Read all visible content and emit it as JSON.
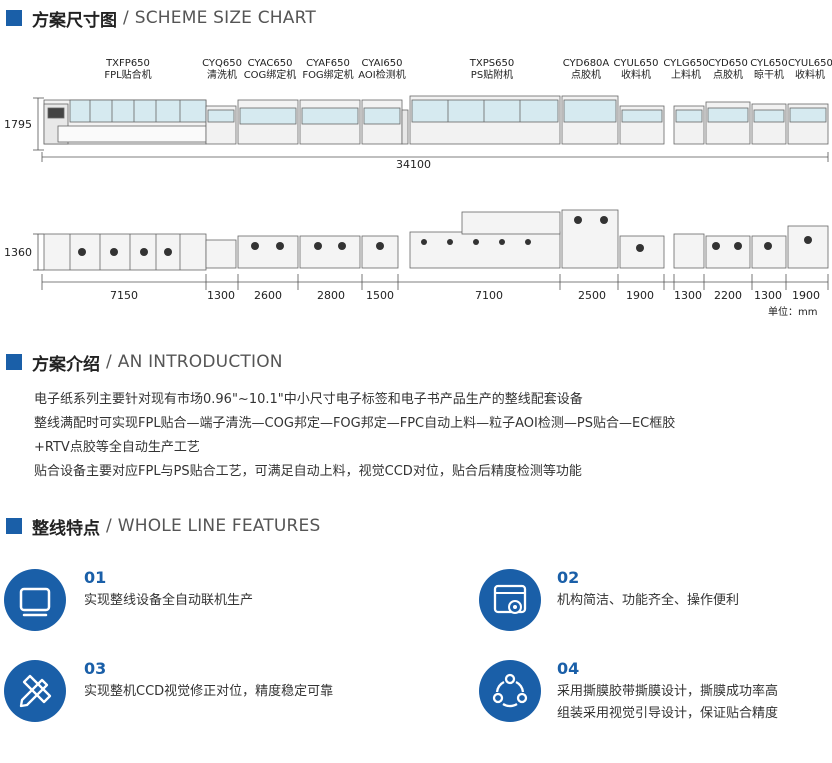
{
  "sections": {
    "size_chart": {
      "cn": "方案尺寸图",
      "slash": "/",
      "en": "SCHEME SIZE CHART"
    },
    "intro": {
      "cn": "方案介绍",
      "slash": "/",
      "en": "AN INTRODUCTION"
    },
    "features": {
      "cn": "整线特点",
      "slash": "/",
      "en": "WHOLE LINE FEATURES"
    }
  },
  "machines": [
    {
      "model": "TXFP650",
      "name": "FPL贴合机"
    },
    {
      "model": "CYQ650",
      "name": "清洗机"
    },
    {
      "model": "CYAC650",
      "name": "COG绑定机"
    },
    {
      "model": "CYAF650",
      "name": "FOG绑定机"
    },
    {
      "model": "CYAI650",
      "name": "AOI检测机"
    },
    {
      "model": "TXPS650",
      "name": "PS贴附机"
    },
    {
      "model": "CYD680A",
      "name": "点胶机"
    },
    {
      "model": "CYUL650",
      "name": "收料机"
    },
    {
      "model": "CYLG650",
      "name": "上料机"
    },
    {
      "model": "CYD650",
      "name": "点胶机"
    },
    {
      "model": "CYL650",
      "name": "晾干机"
    },
    {
      "model": "CYUL650",
      "name": "收料机"
    }
  ],
  "dimensions": {
    "front_height": "1795",
    "total_length": "34100",
    "top_height": "1360",
    "segments": [
      "7150",
      "1300",
      "2600",
      "2800",
      "1500",
      "7100",
      "2500",
      "1900",
      "1300",
      "2200",
      "1300",
      "1900"
    ],
    "unit": "单位：mm"
  },
  "intro_lines": [
    "电子纸系列主要针对现有市场0.96\"~10.1\"中小尺寸电子标签和电子书产品生产的整线配套设备",
    "整线满配时可实现FPL贴合—端子清洗—COG邦定—FOG邦定—FPC自动上料—粒子AOI检测—PS贴合—EC框胶",
    "+RTV点胶等全自动生产工艺",
    "贴合设备主要对应FPL与PS贴合工艺，可满足自动上料，视觉CCD对位，贴合后精度检测等功能"
  ],
  "features": [
    {
      "num": "01",
      "lines": [
        "实现整线设备全自动联机生产"
      ],
      "icon": "monitor-icon"
    },
    {
      "num": "02",
      "lines": [
        "机构简洁、功能齐全、操作便利"
      ],
      "icon": "browser-gear-icon"
    },
    {
      "num": "03",
      "lines": [
        "实现整机CCD视觉修正对位，精度稳定可靠"
      ],
      "icon": "pencil-ruler-icon"
    },
    {
      "num": "04",
      "lines": [
        "采用撕膜胶带撕膜设计，撕膜成功率高",
        "组装采用视觉引导设计，保证贴合精度"
      ],
      "icon": "cycle-nodes-icon"
    }
  ],
  "colors": {
    "accent": "#1a5fa8",
    "glass": "#cfe6ee",
    "machine": "#f2f2f2",
    "line": "#555555"
  }
}
